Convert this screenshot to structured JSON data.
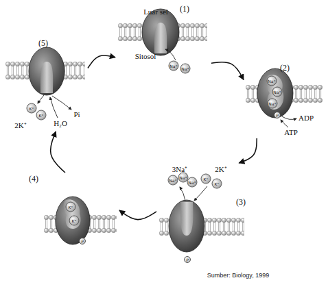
{
  "diagram": {
    "caption": "Sumber: Biology, 1999",
    "nodes": [
      {
        "text": [
          "(1)"
        ]
      },
      {
        "text": [
          "(2)"
        ]
      },
      {
        "text": [
          "(3)"
        ]
      },
      {
        "text": [
          "(4)"
        ]
      },
      {
        "text": [
          "(5)"
        ]
      }
    ],
    "edges": [
      {
        "from": 0,
        "to": 1,
        "arrow": "to"
      },
      {
        "from": 1,
        "to": 2,
        "arrow": "to"
      },
      {
        "from": 2,
        "to": 3,
        "arrow": "to"
      },
      {
        "from": 3,
        "to": 4,
        "arrow": "to"
      },
      {
        "from": 4,
        "to": 0,
        "arrow": "to"
      }
    ],
    "labels": [
      "Luar sel",
      "Sitosol",
      "Na⁺",
      "Na⁺",
      "Na⁺",
      "Na⁺",
      "Na⁺",
      "P",
      "ADP",
      "ATP",
      "3Na⁺",
      "Na⁺",
      "Na⁺",
      "Na⁺",
      "2K⁺",
      "K⁺",
      "K⁺",
      "P",
      "K⁺",
      "K⁺",
      "P",
      "2K⁺",
      "K⁺",
      "K⁺",
      "H₂O",
      "Pi"
    ]
  }
}
